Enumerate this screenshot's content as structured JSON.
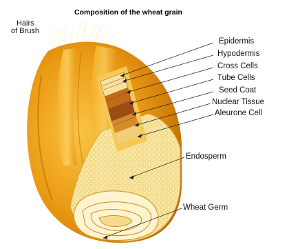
{
  "title": "Composition of the wheat grain",
  "labels": {
    "hairs_line1": "Hairs",
    "hairs_line2": "of Brush",
    "epidermis": "Epidermis",
    "hypodermis": "Hypodermis",
    "cross_cells": "Cross Cells",
    "tube_cells": "Tube Cells",
    "seed_coat": "Seed Coat",
    "nuclear_tissue": "Nuclear Tissue",
    "aleurone_cell": "Aleurone Cell",
    "endosperm": "Endosperm",
    "wheat_germ": "Wheat Germ"
  },
  "colors": {
    "grain_outer": "#e8940f",
    "grain_light": "#f7c23a",
    "grain_dark": "#c97405",
    "endosperm": "#fbe9a8",
    "layers": "#a4531a",
    "hairs": "#fff6d8"
  }
}
